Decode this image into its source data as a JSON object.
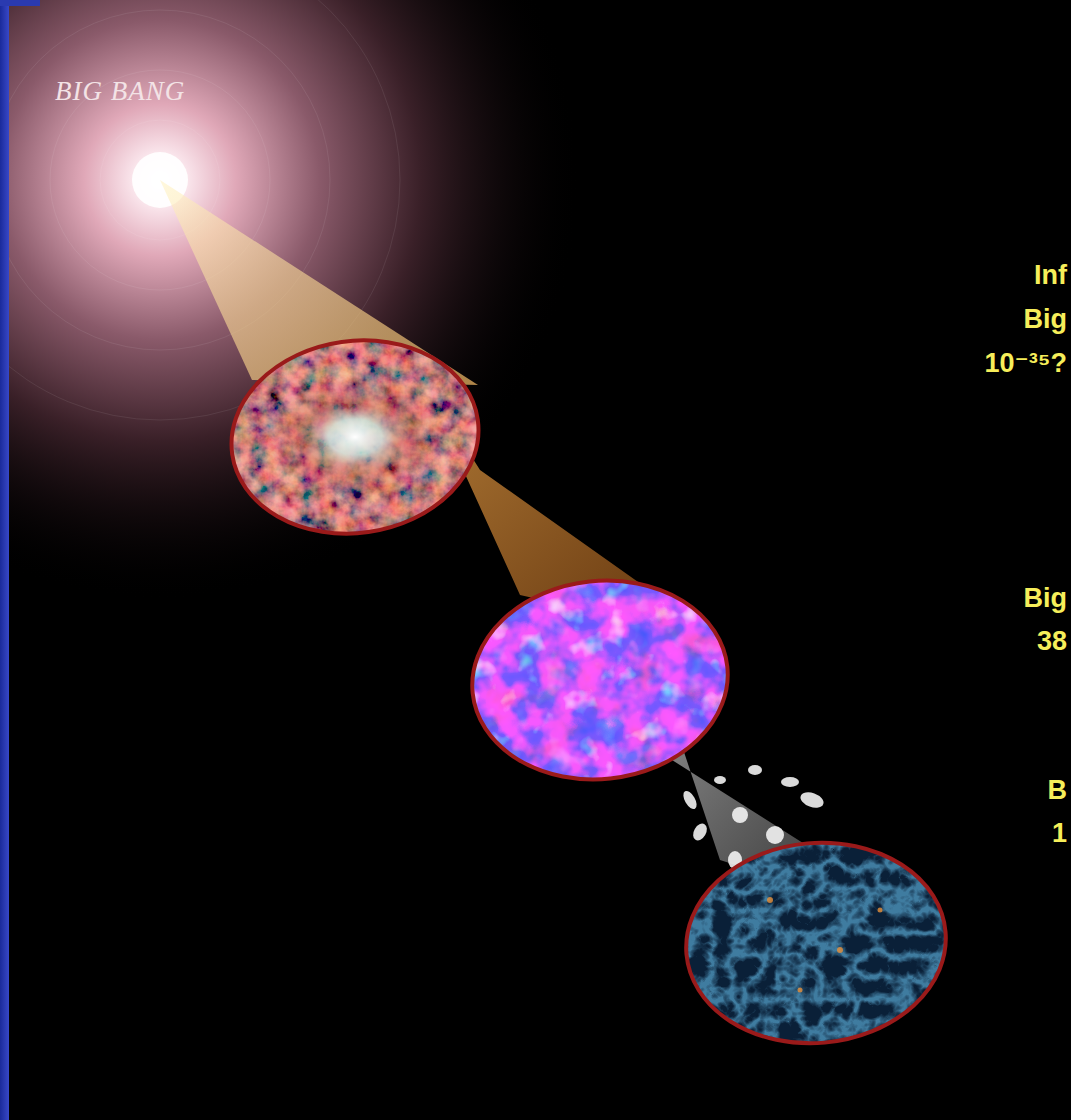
{
  "diagram": {
    "labels": [
      "BIG BANG",
      "Inf",
      "Big",
      "10⁻³⁵?",
      "Big",
      "38",
      "B",
      "1"
    ]
  }
}
